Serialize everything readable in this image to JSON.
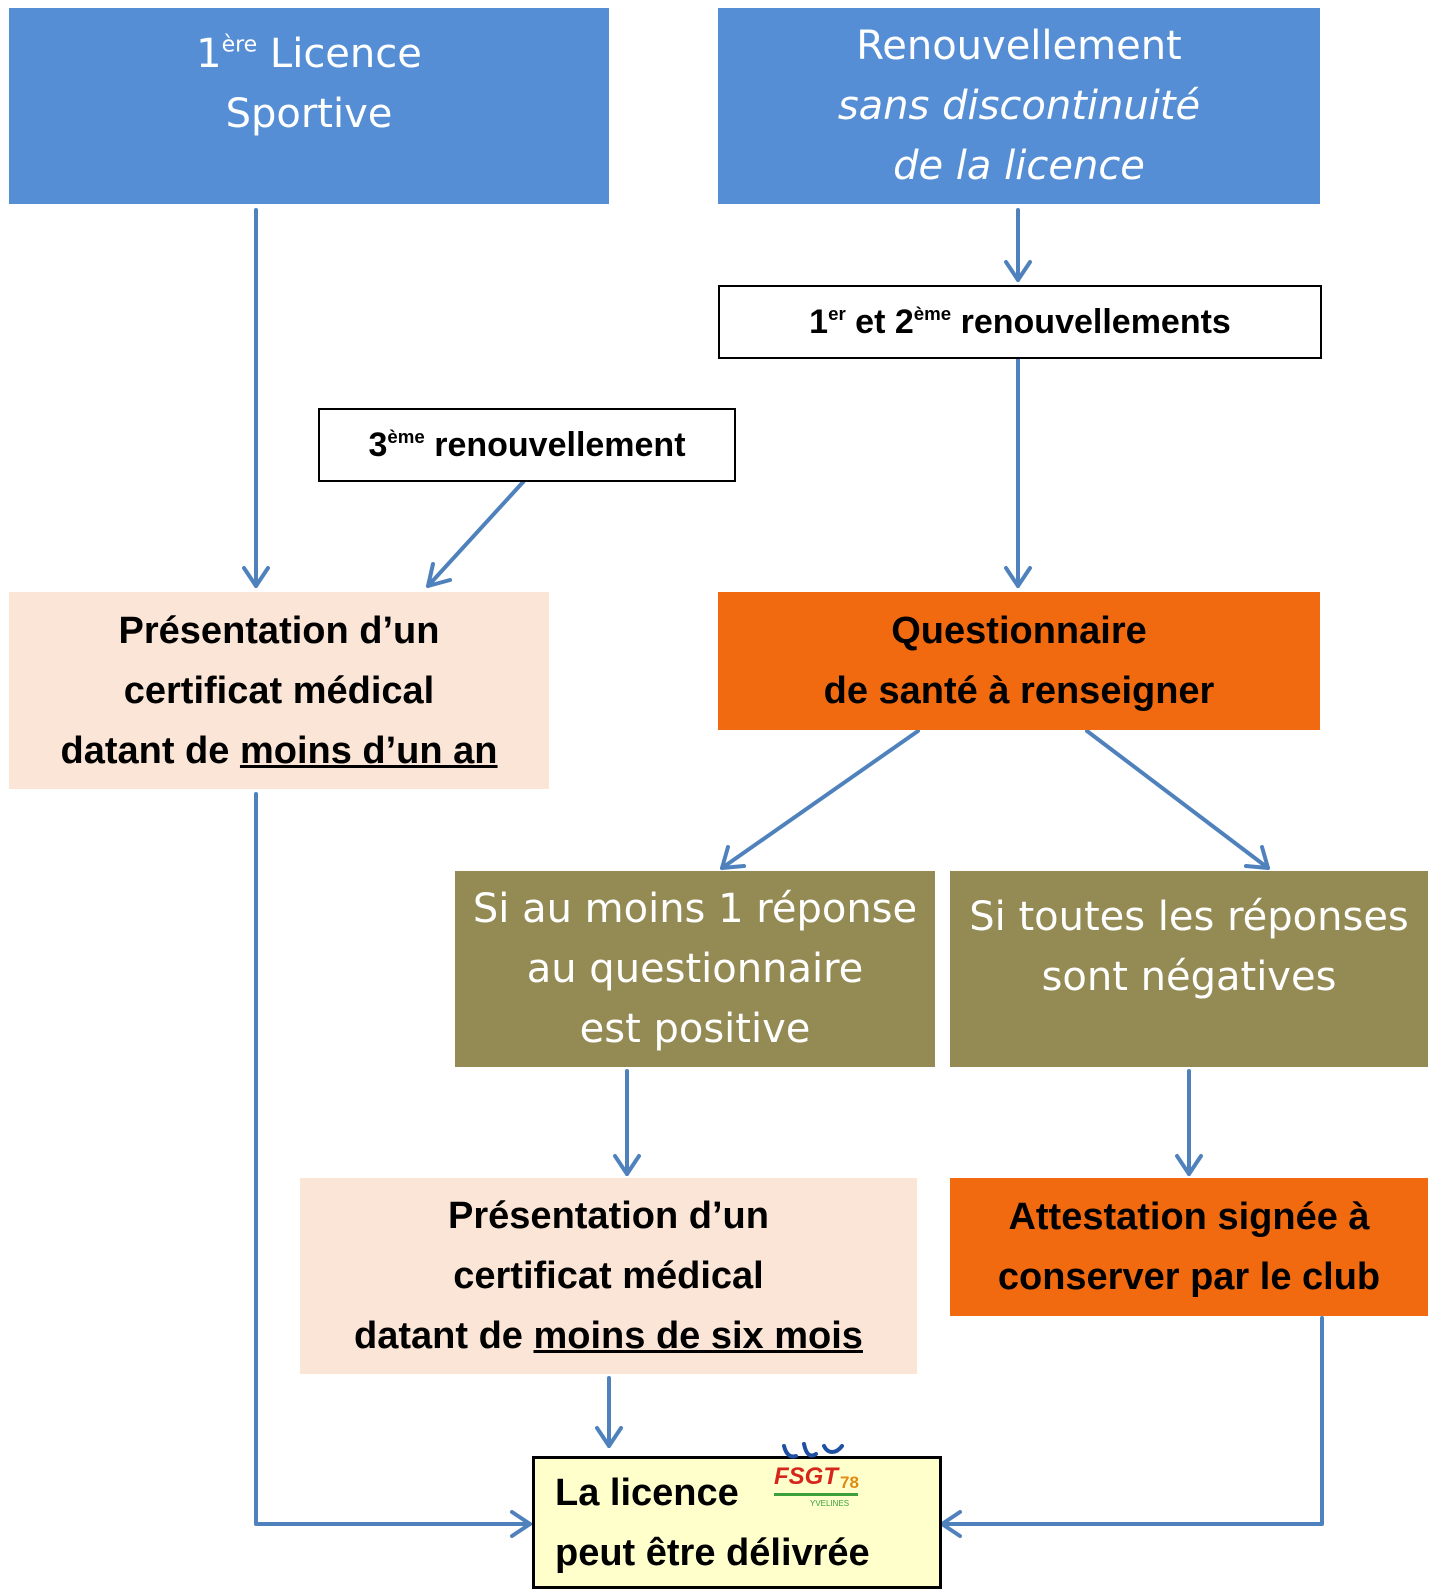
{
  "boxes": {
    "first_licence": {
      "line1_num": "1",
      "line1_sup": "ère",
      "line1_rest": " Licence",
      "line2": "Sportive"
    },
    "renewal": {
      "line1": "Renouvellement",
      "line2": "sans discontinuité",
      "line3": "de la licence"
    },
    "renewals_1_2": {
      "a": "1",
      "a_sup": "er",
      "b": " et 2",
      "b_sup": "ème",
      "c": " renouvellements"
    },
    "renewal_3": {
      "a": "3",
      "a_sup": "ème",
      "b": " renouvellement"
    },
    "cert_one_year": {
      "line1": "Présentation d’un",
      "line2": "certificat médical",
      "line3_pre": "datant de ",
      "line3_u": "moins d’un an"
    },
    "questionnaire": {
      "line1": "Questionnaire",
      "line2": "de santé à renseigner"
    },
    "positive": {
      "line1": "Si au moins 1 réponse",
      "line2": "au questionnaire",
      "line3": "est positive"
    },
    "negative": {
      "line1": "Si toutes les réponses",
      "line2": "sont négatives"
    },
    "cert_six_months": {
      "line1": "Présentation d’un",
      "line2": "certificat médical",
      "line3_pre": "datant de ",
      "line3_u": "moins de six mois"
    },
    "attestation": {
      "line1": "Attestation signée à",
      "line2": "conserver par le club"
    },
    "final": {
      "line1": "La licence",
      "line2": "peut être délivrée"
    }
  },
  "logo": {
    "text": "FSGT",
    "num": "78",
    "sub": "YVELINES"
  },
  "colors": {
    "blue": "#558ed5",
    "orange": "#f26a10",
    "olive": "#948a54",
    "peach": "#fbe5d6",
    "arrow": "#4f81bd",
    "final_bg": "#ffffcc"
  }
}
